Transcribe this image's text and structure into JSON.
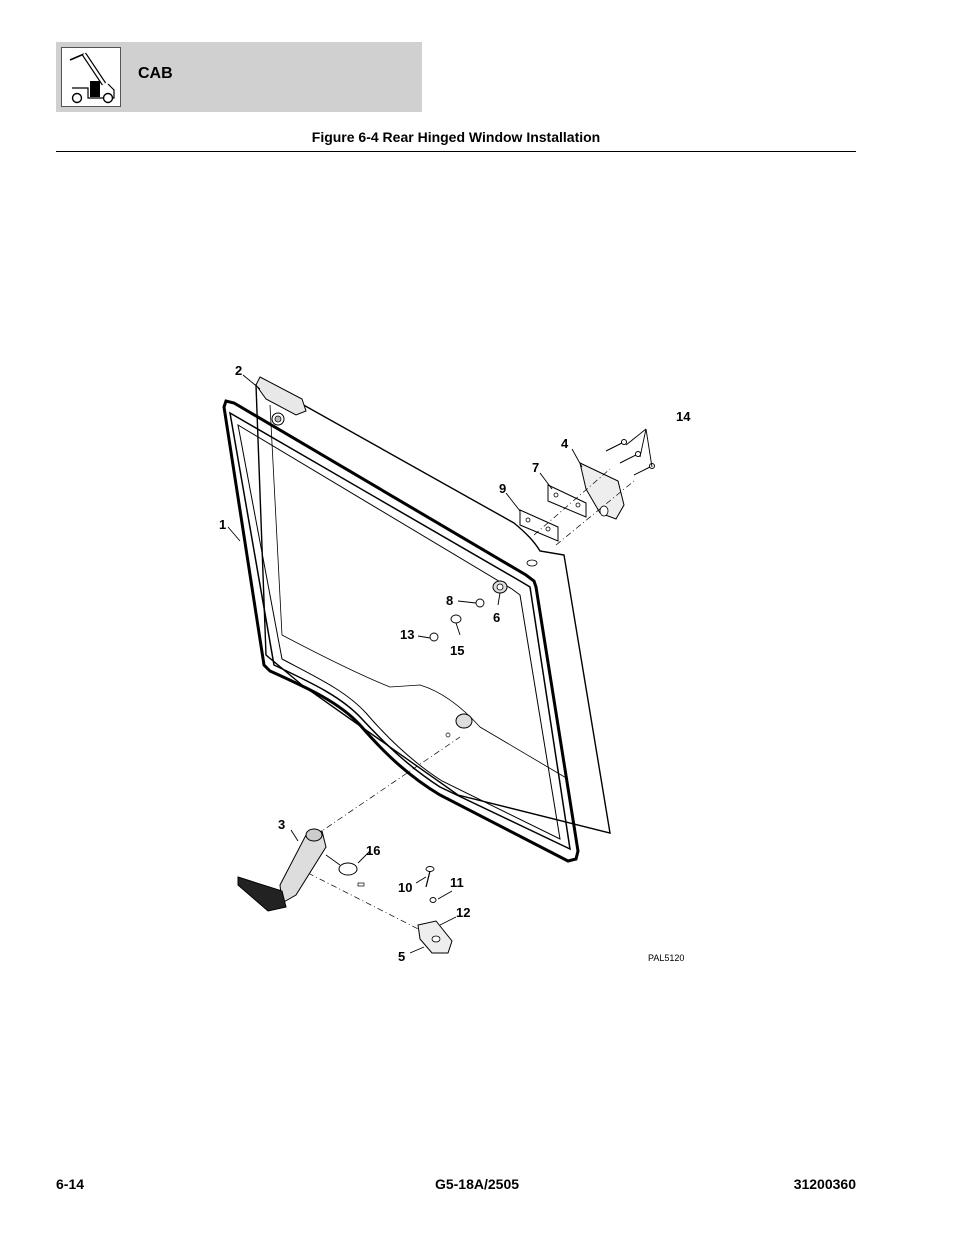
{
  "header": {
    "section_title": "CAB",
    "logo_icon": "telehandler-icon"
  },
  "figure": {
    "title": "Figure 6-4 Rear Hinged Window Installation",
    "drawing_id": "PAL5120",
    "callouts": {
      "c1": "1",
      "c2": "2",
      "c3": "3",
      "c4": "4",
      "c5": "5",
      "c6": "6",
      "c7": "7",
      "c8": "8",
      "c9": "9",
      "c10": "10",
      "c11": "11",
      "c12": "12",
      "c13": "13",
      "c14": "14",
      "c15": "15",
      "c16": "16"
    }
  },
  "footer": {
    "page_number": "6-14",
    "model": "G5-18A/2505",
    "manual_number": "31200360"
  }
}
